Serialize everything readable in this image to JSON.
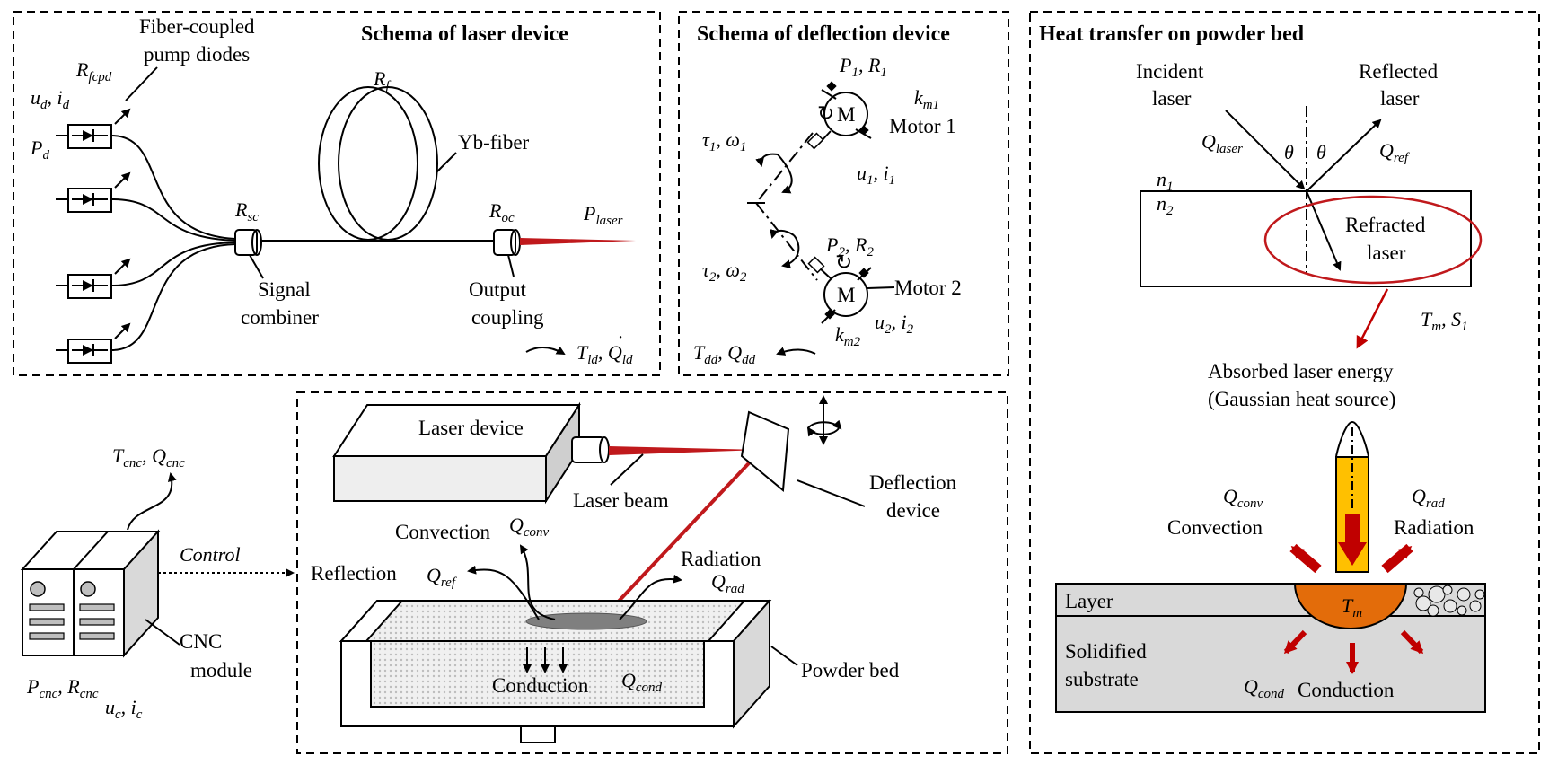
{
  "laser_panel": {
    "title": "Schema of laser device",
    "pump_diodes": "Fiber-coupled pump diodes",
    "fiber": "Yb-fiber",
    "signal_combiner": [
      "Signal",
      "combiner"
    ],
    "output_coupling": [
      "Output",
      "coupling"
    ],
    "vars": {
      "r_fcpd": "R",
      "r_fcpd_sub": "fcpd",
      "ud_id": "u",
      "ud_sub": "d",
      "id": "i",
      "id_sub": "d",
      "pd": "P",
      "pd_sub": "d",
      "rf": "R",
      "rf_sub": "f",
      "rsc": "R",
      "rsc_sub": "sc",
      "roc": "R",
      "roc_sub": "oc",
      "plaser": "P",
      "plaser_sub": "laser",
      "tld": "T",
      "tld_sub": "ld",
      "qld": "Q",
      "qld_sub": "ld"
    }
  },
  "deflection_panel": {
    "title": "Schema of deflection device",
    "motor1": "Motor 1",
    "motor2": "Motor 2",
    "m": "M",
    "vars": {
      "p1": "P",
      "p1_sub": "1",
      "r1": "R",
      "r1_sub": "1",
      "km1": "k",
      "km1_sub": "m1",
      "tau1": "τ",
      "tau1_sub": "1",
      "w1": "ω",
      "w1_sub": "1",
      "u1": "u",
      "u1_sub": "1",
      "i1": "i",
      "i1_sub": "1",
      "p2": "P",
      "p2_sub": "2",
      "r2": "R",
      "r2_sub": "2",
      "tau2": "τ",
      "tau2_sub": "2",
      "w2": "ω",
      "w2_sub": "2",
      "u2": "u",
      "u2_sub": "2",
      "i2": "i",
      "i2_sub": "2",
      "km2": "k",
      "km2_sub": "m2",
      "tdd": "T",
      "tdd_sub": "dd",
      "qdd": "Q",
      "qdd_sub": "dd"
    }
  },
  "heat_panel": {
    "title": "Heat transfer on powder bed",
    "incident": [
      "Incident",
      "laser"
    ],
    "reflected": [
      "Reflected",
      "laser"
    ],
    "refracted": [
      "Refracted",
      "laser"
    ],
    "absorbed": [
      "Absorbed laser energy",
      "(Gaussian heat source)"
    ],
    "convection": "Convection",
    "radiation": "Radiation",
    "conduction": "Conduction",
    "layer": "Layer",
    "substrate": [
      "Solidified",
      "substrate"
    ],
    "theta": "θ",
    "vars": {
      "qlaser": "Q",
      "qlaser_sub": "laser",
      "qref": "Q",
      "qref_sub": "ref",
      "n1": "n",
      "n1_sub": "1",
      "n2": "n",
      "n2_sub": "2",
      "tm": "T",
      "tm_sub": "m",
      "s1": "S",
      "s1_sub": "1",
      "qconv": "Q",
      "qconv_sub": "conv",
      "qrad": "Q",
      "qrad_sub": "rad",
      "qcond": "Q",
      "qcond_sub": "cond"
    }
  },
  "machine_panel": {
    "laser_device": "Laser device",
    "laser_beam": "Laser beam",
    "deflection_device": [
      "Deflection",
      "device"
    ],
    "convection": "Convection",
    "reflection": "Reflection",
    "radiation": "Radiation",
    "conduction": "Conduction",
    "powder_bed": "Powder bed",
    "vars": {
      "qconv": "Q",
      "qconv_sub": "conv",
      "qref": "Q",
      "qref_sub": "ref",
      "qrad": "Q",
      "qrad_sub": "rad",
      "qcond": "Q",
      "qcond_sub": "cond"
    }
  },
  "cnc_panel": {
    "control": "Control",
    "module": [
      "CNC",
      "module"
    ],
    "vars": {
      "tcnc": "T",
      "tcnc_sub": "cnc",
      "qcnc": "Q",
      "qcnc_sub": "cnc",
      "pcnc": "P",
      "pcnc_sub": "cnc",
      "rcnc": "R",
      "rcnc_sub": "cnc",
      "uc": "u",
      "uc_sub": "c",
      "ic": "i",
      "ic_sub": "c"
    }
  },
  "colors": {
    "beam_red": "#c0191c",
    "melt_orange": "#e36c0a",
    "source_yellow": "#ffc000",
    "arrow_red": "#c00000",
    "gray_fill": "#d9d9d9",
    "ellipse_red": "#c0191c"
  }
}
